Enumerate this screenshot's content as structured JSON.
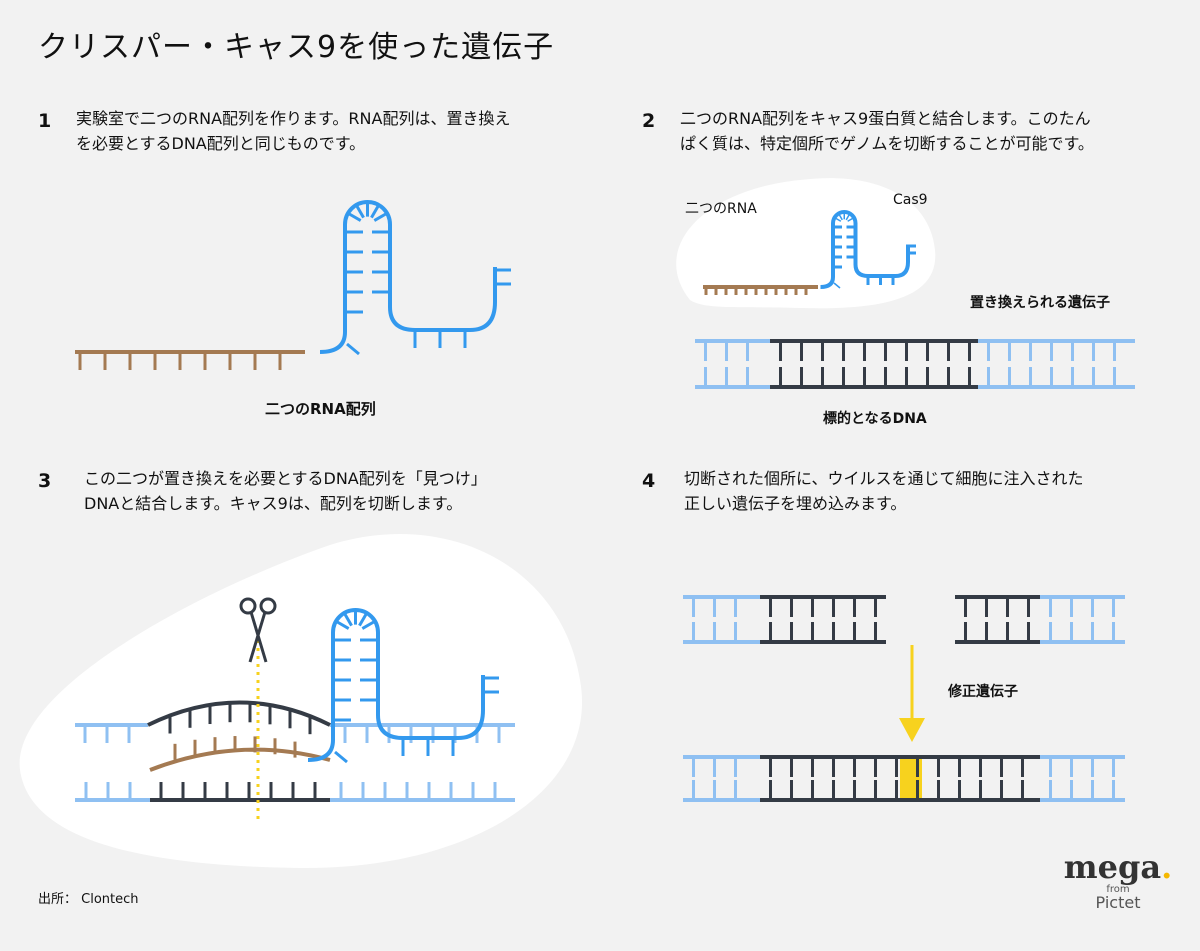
{
  "title": "クリスパー・キャス9を使った遺伝子",
  "steps": [
    {
      "num": "1",
      "line1": "実験室で二つのRNA配列を作ります。RNA配列は、置き換え",
      "line2": "を必要とするDNA配列と同じものです。"
    },
    {
      "num": "2",
      "line1": "二つのRNA配列をキャス9蛋白質と結合します。このたん",
      "line2": "ぱく質は、特定個所でゲノムを切断することが可能です。"
    },
    {
      "num": "3",
      "line1": "この二つが置き換えを必要とするDNA配列を「見つけ」",
      "line2": "DNAと結合します。キャス9は、配列を切断します。"
    },
    {
      "num": "4",
      "line1": "切断された個所に、ウイルスを通じて細胞に注入された",
      "line2": "正しい遺伝子を埋め込みます。"
    }
  ],
  "labels": {
    "p1_rna": "二つのRNA配列",
    "p2_rna": "二つのRNA",
    "p2_cas9": "Cas9",
    "p2_gene": "置き換えられる遺伝子",
    "p2_target": "標的となるDNA",
    "p4_fix": "修正遺伝子"
  },
  "source": "出所： Clontech",
  "logo": {
    "name": "mega",
    "from": "from",
    "brand": "Pictet"
  },
  "colors": {
    "light_blue": "#8fc0f2",
    "blue": "#3399ee",
    "brown": "#a47a52",
    "dark": "#343b45",
    "yellow": "#f7d21e",
    "blob": "#ffffff"
  }
}
